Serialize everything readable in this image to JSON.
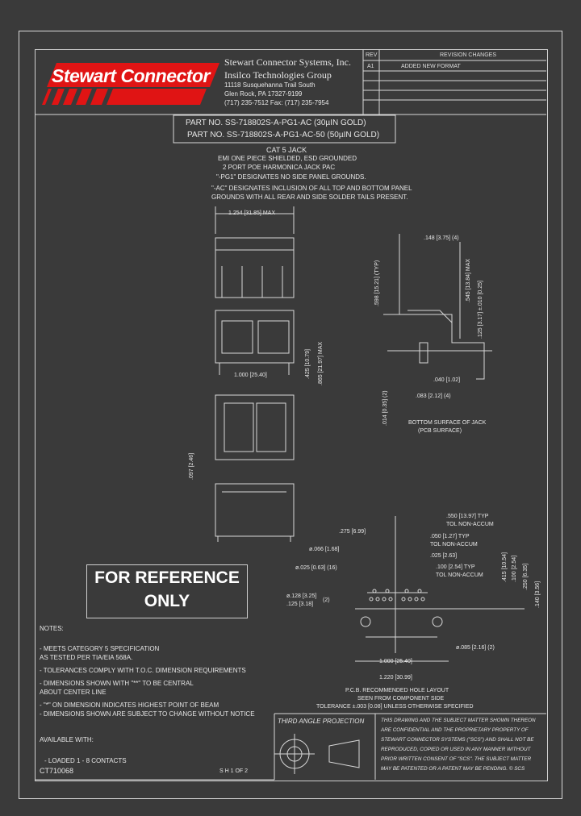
{
  "company": {
    "logo_text": "Stewart Connector",
    "name_line1": "Stewart Connector Systems, Inc.",
    "name_line2": "Insilco Technologies Group",
    "address1": "11118 Susquehanna Trail South",
    "address2": "Glen Rock, PA  17327-9199",
    "phone": "(717) 235-7512   Fax: (717) 235-7954"
  },
  "revision_table": {
    "rev_header": "REV",
    "changes_header": "REVISION CHANGES",
    "rows": [
      {
        "rev": "A1",
        "change": "ADDED NEW FORMAT"
      }
    ]
  },
  "part_numbers": {
    "line1": "PART NO. SS-718802S-A-PG1-AC (30µIN GOLD)",
    "line2": "PART NO. SS-718802S-A-PG1-AC-50 (50µIN GOLD)"
  },
  "description": {
    "title": "CAT 5 JACK",
    "line1": "EMI ONE PIECE SHIELDED, ESD GROUNDED",
    "line2": "2 PORT POE HARMONICA JACK PAC",
    "line3": "\"-PG1\" DESIGNATES NO SIDE PANEL GROUNDS.",
    "line4": "\"-AC\" DESIGNATES INCLUSION OF ALL TOP AND BOTTOM PANEL",
    "line5": "GROUNDS WITH ALL REAR AND SIDE SOLDER TAILS PRESENT."
  },
  "dimensions": {
    "d1254": "1.254 [31.85] MAX",
    "d1000a": "1.000 [25.40]",
    "d425": ".425 [10.79]",
    "d865": ".865 [21.97] MAX",
    "d097": ".097 [2.46]",
    "d598": ".598 [15.21] (TYP)",
    "d148": ".148 [3.75] (4)",
    "d545": ".545 [13.84] MAX",
    "d125": ".125 [3.17] ±.010 [0.25]",
    "d040": ".040 [1.02]",
    "d083": ".083 [2.12] (4)",
    "d014": ".014 [0.35] (2)",
    "bottom_surface1": "BOTTOM SURFACE OF JACK",
    "bottom_surface2": "(PCB SURFACE)",
    "d550": ".550 [13.97] TYP",
    "tol1": "TOL NON-ACCUM",
    "d275": ".275 [6.99]",
    "d050": ".050 [1.27] TYP",
    "tol2": "TOL NON-ACCUM",
    "d066": "ø.066 [1.68]",
    "d025b": ".025 [2.63]",
    "d100typ": ".100 [2.54] TYP",
    "tol3": "TOL NON-ACCUM",
    "d415": ".415 [10.54]",
    "d100b": ".100 [2.54]",
    "d025c": "ø.025 [0.63] (16)",
    "d250": ".250 [6.35]",
    "d140": ".140 [3.56]",
    "d128": "ø.128 [3.25]",
    "d125b": ".125 [3.18]",
    "two": "(2)",
    "d085": "ø.085 [2.16] (2)",
    "d1000b": "1.000 [25.40]",
    "d1220": "1.220 [30.99]",
    "pcb1": "P.C.B. RECOMMENDED HOLE LAYOUT",
    "pcb2": "SEEN FROM COMPONENT SIDE",
    "pcb3": "TOLERANCE ±.003 [0.08] UNLESS OTHERWISE SPECIFIED"
  },
  "reference": {
    "line1": "FOR REFERENCE",
    "line2": "ONLY"
  },
  "notes": {
    "title": "NOTES:",
    "n1a": "- MEETS CATEGORY 5 SPECIFICATION",
    "n1b": "  AS TESTED PER TIA/EIA 568A.",
    "n2": "- TOLERANCES COMPLY WITH T.O.C. DIMENSION REQUIREMENTS",
    "n3a": "- DIMENSIONS SHOWN WITH \"**\" TO BE CENTRAL",
    "n3b": "  ABOUT CENTER LINE",
    "n4": "- \"*\" ON DIMENSION INDICATES HIGHEST POINT OF BEAM",
    "n5": "- DIMENSIONS SHOWN ARE SUBJECT TO CHANGE WITHOUT NOTICE",
    "avail": "AVAILABLE WITH:",
    "loaded": "- LOADED 1 - 8 CONTACTS",
    "doc_no": "CT710068",
    "sheet": "S H 1 OF 2"
  },
  "projection": {
    "title": "THIRD ANGLE PROJECTION"
  },
  "legal": {
    "l1": "THIS DRAWING AND THE SUBJECT MATTER SHOWN THEREON",
    "l2": "ARE CONFIDENTIAL AND THE PROPRIETARY PROPERTY OF",
    "l3": "STEWART CONNECTOR SYSTEMS (\"SCS\") AND SHALL NOT BE",
    "l4": "REPRODUCED, COPIED OR USED IN ANY MANNER WITHOUT",
    "l5": "PRIOR WRITTEN CONSENT OF \"SCS\".  THE SUBJECT MATTER",
    "l6": "MAY BE PATENTED OR A PATENT MAY BE PENDING.  © SCS"
  }
}
